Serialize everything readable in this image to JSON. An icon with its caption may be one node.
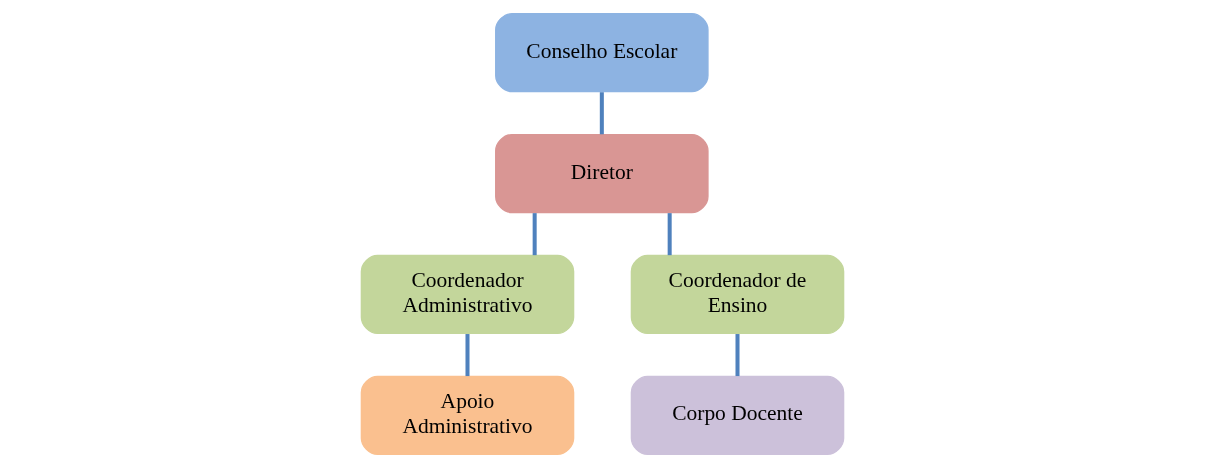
{
  "diagram": {
    "nodes": [
      {
        "text": [
          "Conselho Escolar"
        ]
      },
      {
        "text": [
          "Diretor"
        ]
      },
      {
        "text": [
          "Coordenador Administrativo"
        ]
      },
      {
        "text": [
          "Coordenador de Ensino"
        ]
      },
      {
        "text": [
          "Apoio Administrativo"
        ]
      },
      {
        "text": [
          "Corpo Docente"
        ]
      }
    ],
    "edges": [
      {
        "from": 0,
        "to": 1,
        "arrow": "none"
      },
      {
        "from": 1,
        "to": 2,
        "arrow": "none"
      },
      {
        "from": 1,
        "to": 3,
        "arrow": "none"
      },
      {
        "from": 2,
        "to": 4,
        "arrow": "none"
      },
      {
        "from": 3,
        "to": 5,
        "arrow": "none"
      }
    ]
  }
}
